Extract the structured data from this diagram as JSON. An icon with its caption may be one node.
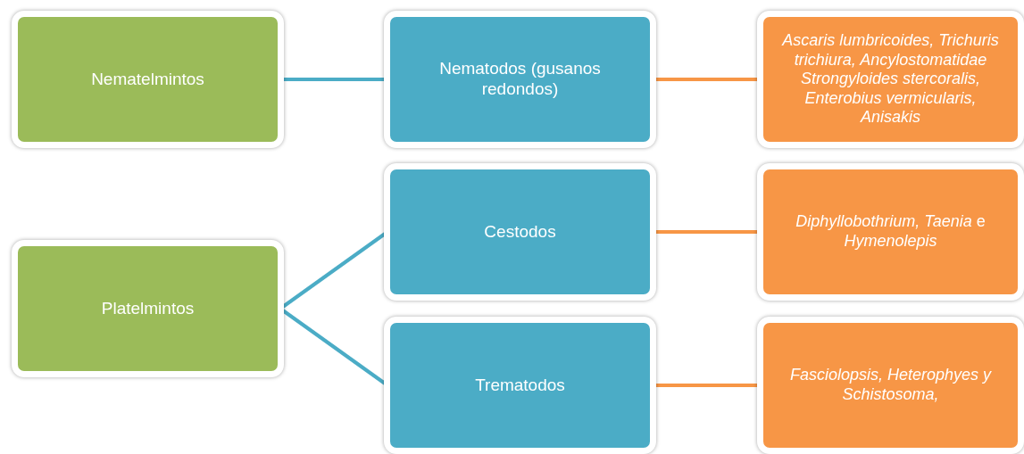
{
  "diagram": {
    "nodes": [
      {
        "text": [
          "Nematelmintos"
        ]
      },
      {
        "text": [
          "Nematodos (gusanos redondos)"
        ]
      },
      {
        "text": [
          "Ascaris lumbricoides, Trichuris trichiura, Ancylostomatidae Strongyloides stercoralis, Enterobius vermicularis, Anisakis"
        ]
      },
      {
        "text": [
          "Platelmintos"
        ]
      },
      {
        "text": [
          "Cestodos"
        ]
      },
      {
        "text": [
          "*Diphyllobothrium, Taenia* e *Hymenolepis*"
        ]
      },
      {
        "text": [
          "Trematodos"
        ]
      },
      {
        "text": [
          "Fasciolopsis, Heterophyes y Schistosoma,"
        ]
      }
    ],
    "edges": [
      {
        "from": 0,
        "to": 1,
        "arrow": "none"
      },
      {
        "from": 1,
        "to": 2,
        "arrow": "none",
        "color": "#f79646"
      },
      {
        "from": 3,
        "to": 4,
        "arrow": "none"
      },
      {
        "from": 3,
        "to": 6,
        "arrow": "none"
      },
      {
        "from": 4,
        "to": 5,
        "arrow": "none",
        "color": "#f79646"
      },
      {
        "from": 6,
        "to": 7,
        "arrow": "none",
        "color": "#f79646"
      }
    ]
  }
}
